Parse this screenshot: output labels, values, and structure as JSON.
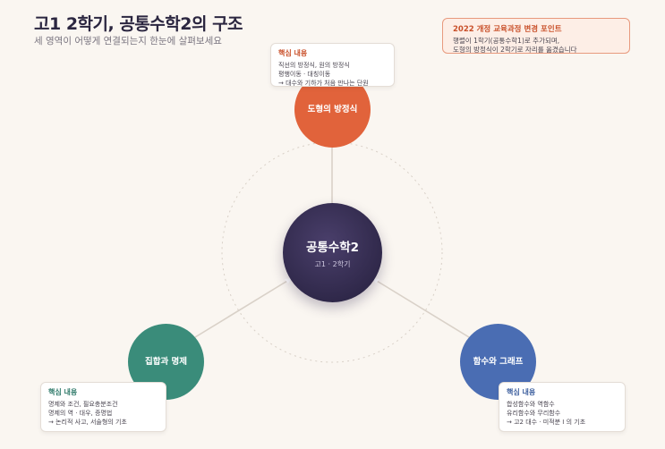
{
  "header": {
    "title": "고1 2학기, 공통수학2의 구조",
    "subtitle": "세 영역이 어떻게 연결되는지 한눈에 살펴보세요"
  },
  "notice": {
    "title": "2022 개정 교육과정 변경 포인트",
    "lines": [
      "행렬이 1학기(공통수학1)로 추가되며,",
      "도형의 방정식이 2학기로 자리를 옮겼습니다"
    ]
  },
  "center": {
    "title": "공통수학2",
    "subtitle": "고1 · 2학기"
  },
  "nodes": [
    {
      "label": "도형의 방정식",
      "color": "#e1633b",
      "card": {
        "title": "핵심 내용",
        "lines": [
          "직선의 방정식, 원의 방정식",
          "평행이동 · 대칭이동",
          "→ 대수와 기하가 처음 만나는 단원"
        ]
      }
    },
    {
      "label": "집합과 명제",
      "color": "#3a8c7a",
      "card": {
        "title": "핵심 내용",
        "lines": [
          "명제와 조건, 필요충분조건",
          "명제의 역 · 대우, 증명법",
          "→ 논리적 사고, 서술형의 기초"
        ]
      }
    },
    {
      "label": "함수와 그래프",
      "color": "#4a6db3",
      "card": {
        "title": "핵심 내용",
        "lines": [
          "합성함수와 역함수",
          "유리함수와 무리함수",
          "→ 고2 대수 · 미적분 Ⅰ 의 기초"
        ]
      }
    }
  ],
  "colors": {
    "background": "#faf6f1",
    "center": "#2e2748",
    "connector": "#d9d1c8",
    "notice_border": "#e89a7e"
  }
}
